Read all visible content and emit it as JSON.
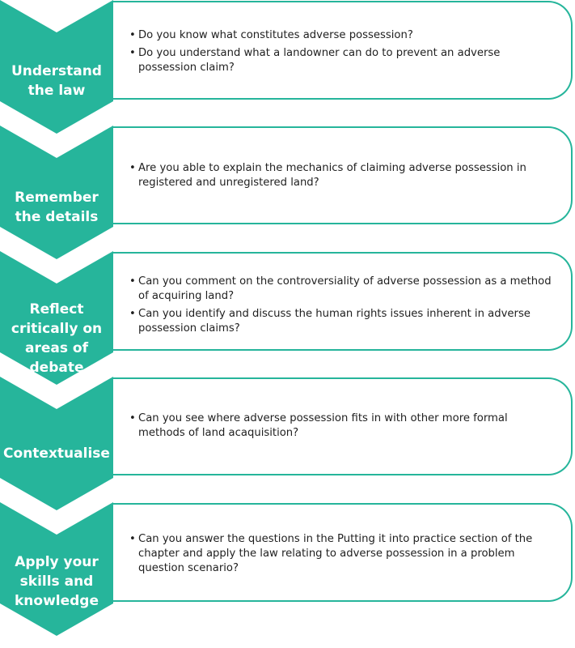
{
  "steps": [
    {
      "label_lines": [
        "Understand",
        "the law"
      ],
      "bullets": [
        "Do you know what constitutes adverse possession?",
        "Do you understand what a landowner can do to prevent an adverse possession claim?"
      ]
    },
    {
      "label_lines": [
        "Remember",
        "the details"
      ],
      "bullets": [
        "Are you able to explain the mechanics of claiming adverse possession in registered and unregistered land?"
      ]
    },
    {
      "label_lines": [
        "Reflect",
        "critically on",
        "areas of",
        "debate"
      ],
      "bullets": [
        "Can you comment on the controversiality of adverse possession as a method of acquiring land?",
        "Can you identify and discuss the human rights issues inherent in adverse possession claims?"
      ]
    },
    {
      "label_lines": [
        "Contextualise"
      ],
      "bullets": [
        "Can you see where adverse possession fits in with other more formal methods of land acaquisition?"
      ]
    },
    {
      "label_lines": [
        "Apply your",
        "skills and",
        "knowledge"
      ],
      "bullets": [
        "Can you answer the questions in the Putting it into practice section of the chapter and apply the law relating to adverse possession in a problem question scenario?"
      ]
    }
  ],
  "bullet_char": "•",
  "colors": {
    "accent": "#26b59b",
    "label_text": "#ffffff",
    "body_text": "#1f1f1f"
  }
}
